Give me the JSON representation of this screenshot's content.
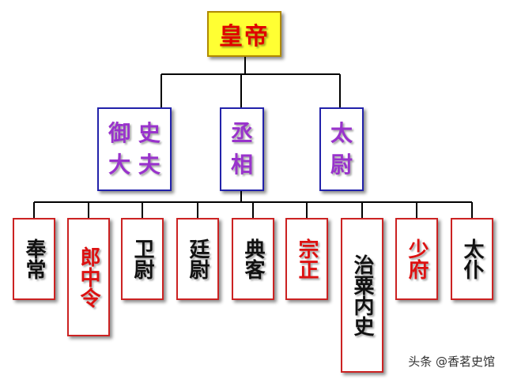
{
  "diagram": {
    "root": {
      "label": "皇帝"
    },
    "middle": [
      {
        "label": "御史\n大夫",
        "lines": [
          "御 史",
          "大 夫"
        ]
      },
      {
        "label": "丞相",
        "lines": [
          "丞",
          "相"
        ]
      },
      {
        "label": "太尉",
        "lines": [
          "太",
          "尉"
        ]
      }
    ],
    "bottom": [
      {
        "label": "奉常",
        "color": "black"
      },
      {
        "label": "郎中令",
        "color": "red"
      },
      {
        "label": "卫尉",
        "color": "black"
      },
      {
        "label": "廷尉",
        "color": "black"
      },
      {
        "label": "典客",
        "color": "black"
      },
      {
        "label": "宗正",
        "color": "red"
      },
      {
        "label": "治粟内史",
        "color": "black"
      },
      {
        "label": "少府",
        "color": "red"
      },
      {
        "label": "太仆",
        "color": "black"
      }
    ]
  },
  "watermark": "头条 @香茗史馆",
  "colors": {
    "root_bg": "#ffff33",
    "root_text": "#e00000",
    "middle_border": "#2222aa",
    "middle_text": "#9933cc",
    "bottom_border": "#cc2222",
    "bottom_text_black": "#111111",
    "bottom_text_red": "#dd1111"
  }
}
